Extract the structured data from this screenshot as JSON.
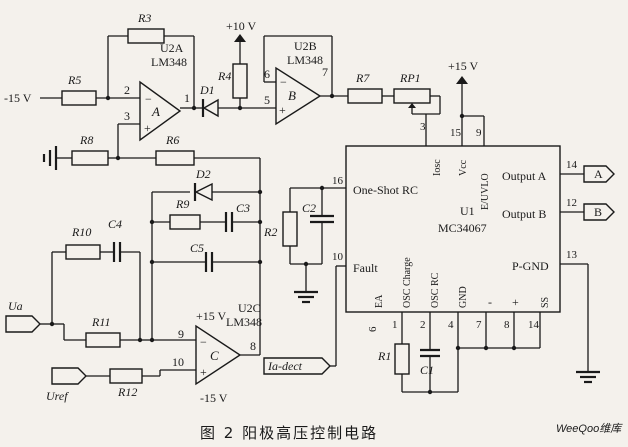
{
  "opamps": {
    "a": {
      "name": "U2A",
      "part": "LM348",
      "letter": "A"
    },
    "b": {
      "name": "U2B",
      "part": "LM348",
      "letter": "B"
    },
    "c": {
      "name": "U2C",
      "part": "LM348",
      "letter": "C"
    }
  },
  "resistors": {
    "r3": "R3",
    "r5": "R5",
    "r8": "R8",
    "r6": "R6",
    "r4": "R4",
    "r7": "R7",
    "rp1": "RP1",
    "r9": "R9",
    "r2": "R2",
    "r10": "R10",
    "r11": "R11",
    "r12": "R12",
    "r1": "R1"
  },
  "capacitors": {
    "c4": "C4",
    "c3": "C3",
    "c5": "C5",
    "c2": "C2",
    "c1": "C1"
  },
  "diodes": {
    "d1": "D1",
    "d2": "D2"
  },
  "supplies": {
    "neg15_in": "-15 V",
    "plus10": "+10 V",
    "plus15_top": "+15 V",
    "plus15_c": "+15 V",
    "neg15_c": "-15 V"
  },
  "ic": {
    "name": "U1",
    "part": "MC34067",
    "pins": {
      "osc_rc_top": "One-Shot RC",
      "fault": "Fault",
      "iosc": "Iosc",
      "vcc": "Vcc",
      "euvlo": "E/UVLO",
      "output_a": "Output A",
      "output_b": "Output B",
      "pgnd": "P-GND",
      "ea": "EA",
      "osc_charge": "OSC Charge",
      "osc_rc": "OSC RC",
      "gnd": "GND",
      "minus": "-",
      "plus": "+",
      "ss": "SS"
    },
    "pin_numbers": {
      "p3": "3",
      "p15": "15",
      "p9": "9",
      "p16": "16",
      "p10": "10",
      "p14": "14",
      "p12": "12",
      "p13": "13",
      "p6": "6",
      "p1": "1",
      "p2": "2",
      "p4": "4",
      "p7": "7",
      "p8": "8",
      "p14b": "14"
    }
  },
  "opamp_pins": {
    "a2": "2",
    "a3": "3",
    "a1": "1",
    "b6": "6",
    "b5": "5",
    "b7": "7",
    "c9": "9",
    "c10": "10",
    "c8": "8"
  },
  "signals": {
    "out_a": "A",
    "out_b": "B",
    "ua": "Ua",
    "uref": "Uref",
    "ia_dect": "Ia-dect"
  },
  "caption": "图 2    阳极高压控制电路",
  "watermark": "WeeQoo维库"
}
